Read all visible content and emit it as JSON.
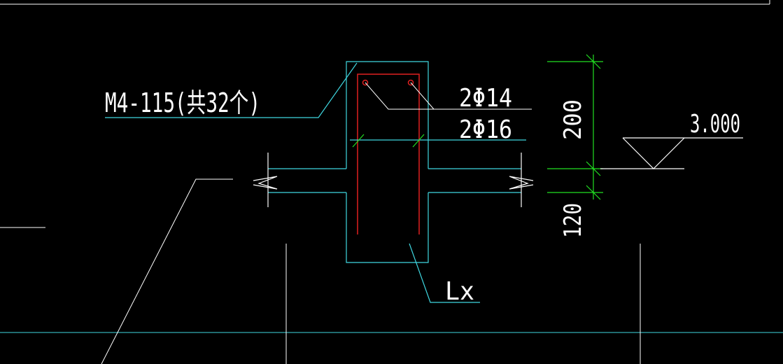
{
  "labels": {
    "embed_part": "M4-115(共32个)",
    "top_rebar": "2Φ14",
    "bottom_rebar": "2Φ16",
    "beam_name": "Lx",
    "elevation": "3.000",
    "dim_beam_depth": "200",
    "dim_slab_thickness": "120"
  },
  "colors": {
    "background": "#000000",
    "white": "#ffffff",
    "cyan": "#3fd7e0",
    "red": "#e02020",
    "green": "#22e022"
  }
}
